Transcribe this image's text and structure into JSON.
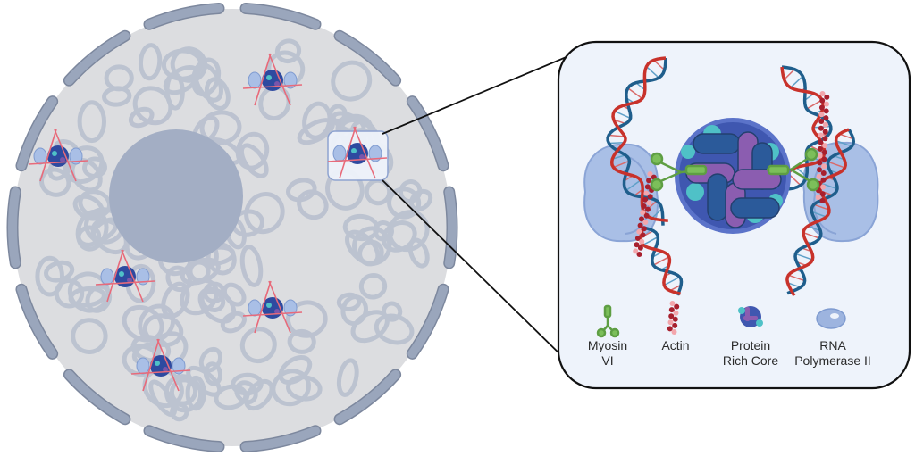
{
  "figure": {
    "legend": [
      {
        "label_line1": "Myosin",
        "label_line2": "VI",
        "icon": "myosin-icon"
      },
      {
        "label_line1": "Actin",
        "label_line2": "",
        "icon": "actin-icon"
      },
      {
        "label_line1": "Protein",
        "label_line2": "Rich Core",
        "icon": "protein-core-icon"
      },
      {
        "label_line1": "RNA",
        "label_line2": "Polymerase II",
        "icon": "rna-polymerase-icon"
      }
    ],
    "colors": {
      "nucleus_fill": "#dcdde0",
      "envelope": "#9aa6bc",
      "nucleolus": "#a3aec4",
      "chromatin": "#b9c0cf",
      "actin": "#e86a7a",
      "dna_red": "#c8322b",
      "dna_blue": "#1f5e8c",
      "core": "#3f57b0",
      "myosin": "#7cbf5a",
      "polymerase": "#9db4df",
      "panel_bg": "#eef3fb"
    }
  }
}
